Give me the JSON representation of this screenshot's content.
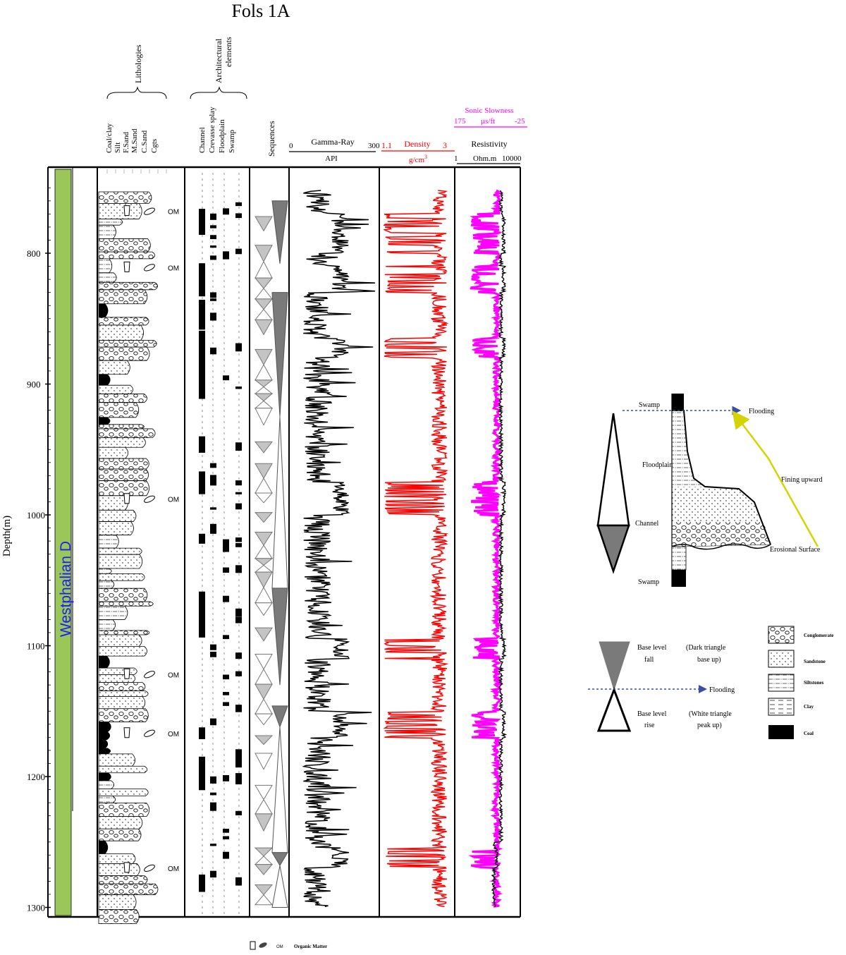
{
  "title": "Fols 1A",
  "y_axis": {
    "label": "Depth(m)",
    "ticks": [
      "800",
      "900",
      "1000",
      "1100",
      "1200",
      "1300"
    ],
    "values": [
      800,
      900,
      1000,
      1100,
      1200,
      1300
    ],
    "range": [
      735,
      1305
    ]
  },
  "stage_label": "Westphalian D",
  "lithology_header": {
    "title": "Lithologies",
    "columns": [
      "Coal/clay",
      "Silt",
      "F.Sand",
      "M.Sand",
      "C.Sand",
      "Cgts"
    ]
  },
  "architecture_header": {
    "title_line1": "Architectural",
    "title_line2": "elements",
    "columns": [
      "Channel",
      "Crevasse splay",
      "Floodplain",
      "Swamp"
    ]
  },
  "sequences_header": "Sequences",
  "gamma": {
    "name": "Gamma-Ray",
    "min": "0",
    "max": "300",
    "unit": "API"
  },
  "density": {
    "name": "Density",
    "min": "1.1",
    "max": "3",
    "unit": "g/cm",
    "unit_sup": "3",
    "color": "#ff0000"
  },
  "sonic": {
    "name": "Sonic Slowness",
    "min": "175",
    "max": "-25",
    "unit": "µs/ft",
    "color": "#ff00ff"
  },
  "resistivity": {
    "name": "Resistivity",
    "min": "1",
    "max": "10000",
    "unit": "Ohm.m"
  },
  "om_label": "OM",
  "om_markers": [
    {
      "label": "OM",
      "depth": 768
    },
    {
      "label": "OM",
      "depth": 811
    },
    {
      "label": "OM",
      "depth": 988
    },
    {
      "label": "OM",
      "depth": 1122
    },
    {
      "label": "OM",
      "depth": 1167
    },
    {
      "label": "OM",
      "depth": 1270
    }
  ],
  "footer_legend": {
    "om": "OM",
    "text": "Organic Matter"
  },
  "model": {
    "swamp_top": "Swamp",
    "flooding": "Flooding",
    "floodplain": "Floodplain",
    "fining_upward": "Fining upward",
    "channel": "Channel",
    "erosional_surface": "Erosional Surface",
    "swamp_bottom": "Swamp"
  },
  "base_level_legend": {
    "fall_line1": "Base level",
    "fall_line2": "fall",
    "fall_note1": "(Dark triangle",
    "fall_note2": "base up)",
    "flooding": "Flooding",
    "rise_line1": "Base level",
    "rise_line2": "rise",
    "rise_note1": "(White triangle",
    "rise_note2": "peak up)"
  },
  "lithology_legend": [
    "Conglomerate",
    "Sandstone",
    "Siltstones",
    "Clay",
    "Coal"
  ],
  "colors": {
    "stage_bar": "#9bc75a",
    "stage_text": "#1a1aff",
    "dark_triangle": "#7a7a7a",
    "light_triangle": "#c4c4c4",
    "arrow": "#d4d400",
    "flood_line": "#3a4fa0"
  }
}
